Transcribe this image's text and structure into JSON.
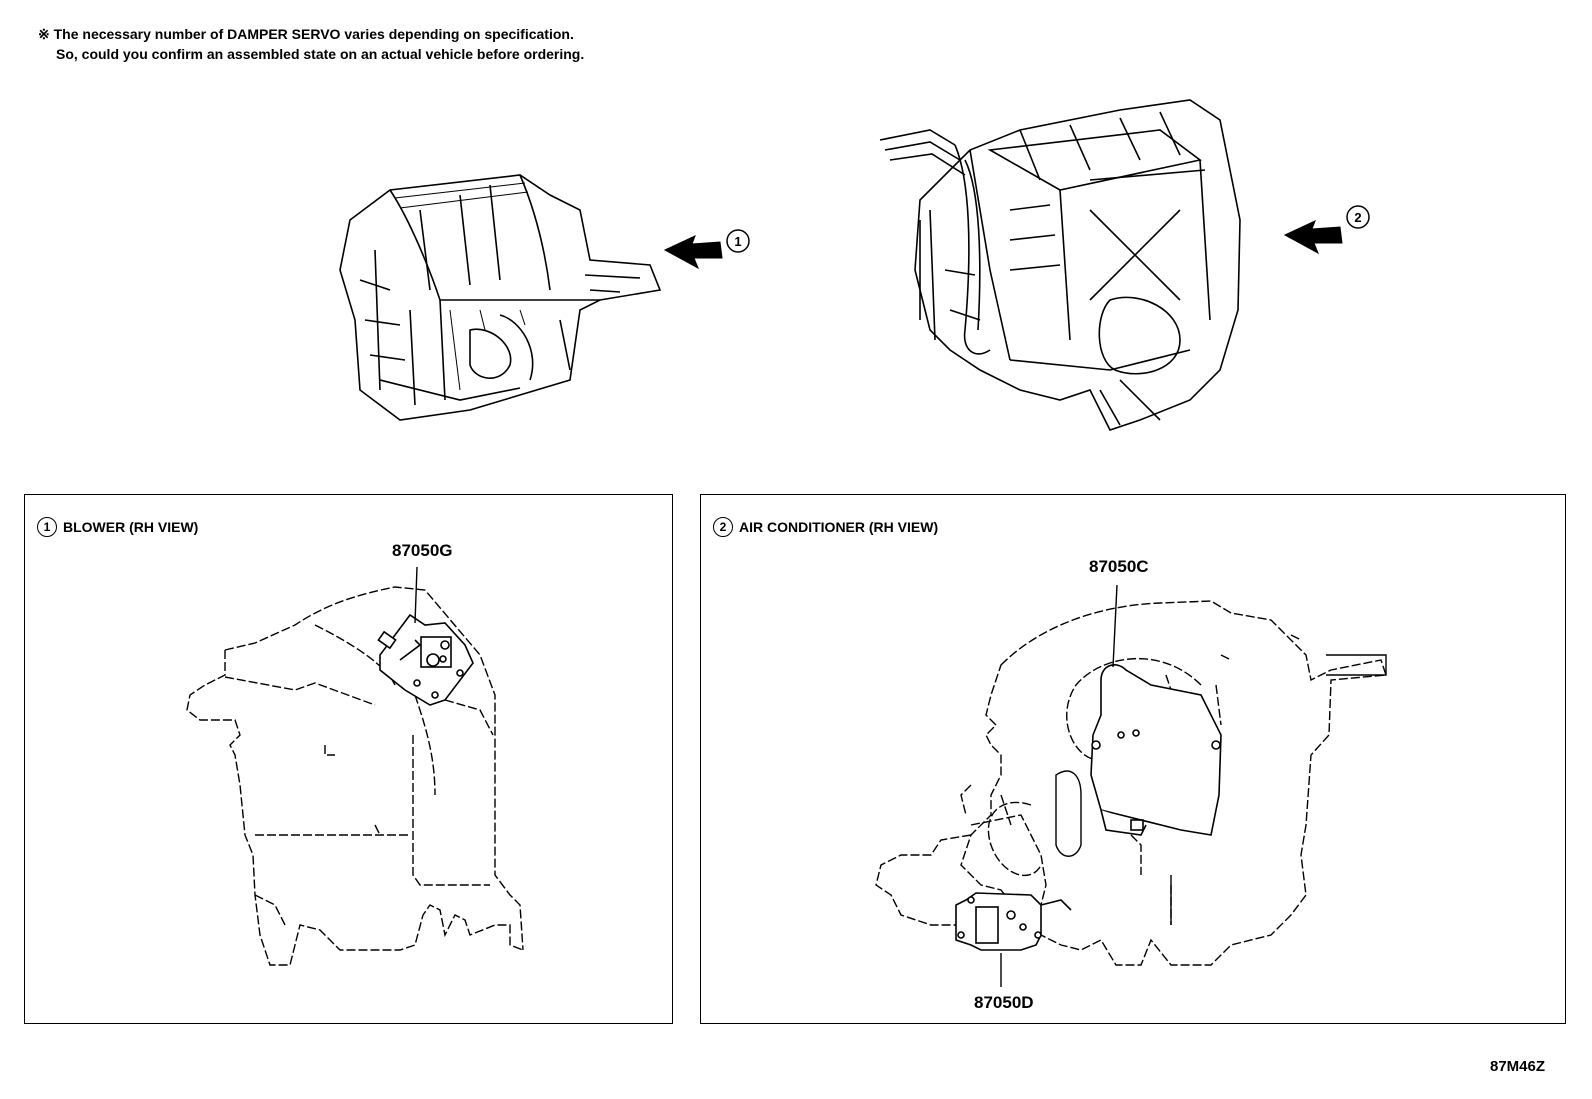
{
  "note": {
    "line1": "※ The necessary number of DAMPER SERVO varies depending on specification.",
    "line2": "So, could you confirm an assembled state on an actual vehicle before ordering."
  },
  "overview": {
    "callout1": "1",
    "callout2": "2"
  },
  "panels": [
    {
      "number": "1",
      "title": "BLOWER (RH VIEW)",
      "parts": [
        "87050G"
      ]
    },
    {
      "number": "2",
      "title": "AIR CONDITIONER (RH VIEW)",
      "parts": [
        "87050C",
        "87050D"
      ]
    }
  ],
  "reference_code": "87M46Z"
}
